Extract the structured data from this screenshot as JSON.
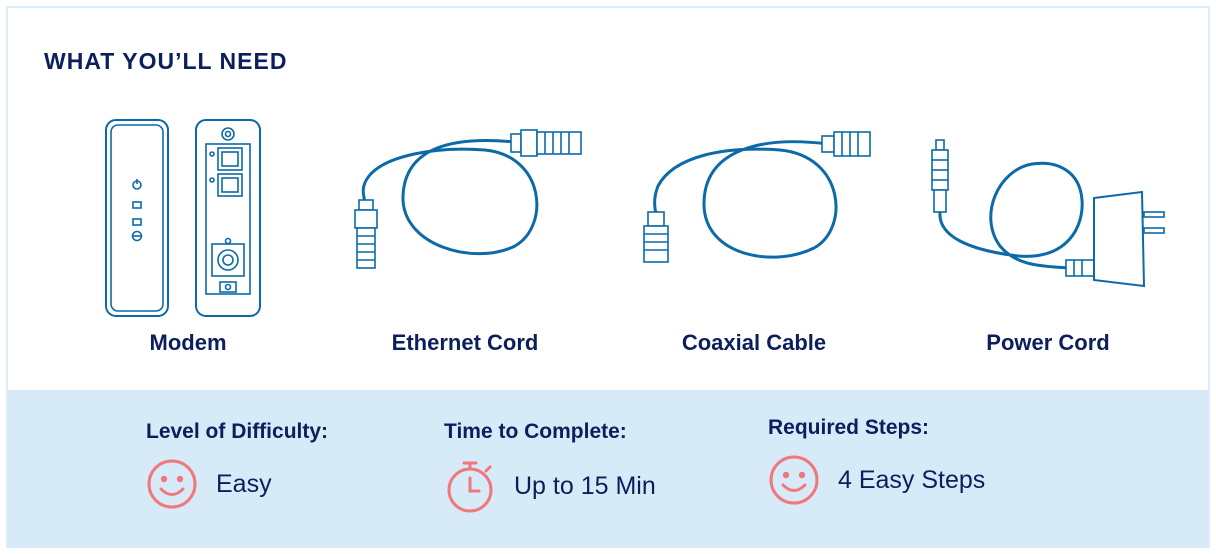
{
  "section": {
    "title": "WHAT YOU’LL NEED"
  },
  "items": [
    {
      "label": "Modem",
      "icon": "modem-icon"
    },
    {
      "label": "Ethernet Cord",
      "icon": "ethernet-cord-icon"
    },
    {
      "label": "Coaxial Cable",
      "icon": "coaxial-cable-icon"
    },
    {
      "label": "Power Cord",
      "icon": "power-cord-icon"
    }
  ],
  "info": {
    "difficulty": {
      "heading": "Level of Difficulty:",
      "value": "Easy",
      "icon": "smiley-icon"
    },
    "time": {
      "heading": "Time to Complete:",
      "value": "Up to 15 Min",
      "icon": "stopwatch-icon"
    },
    "steps": {
      "heading": "Required Steps:",
      "value": "4 Easy Steps",
      "icon": "smiley-icon"
    }
  },
  "colors": {
    "heading": "#0b1f5c",
    "line_art": "#0d6aa8",
    "accent_icon": "#f2777a",
    "info_band": "#d7eaf8"
  }
}
